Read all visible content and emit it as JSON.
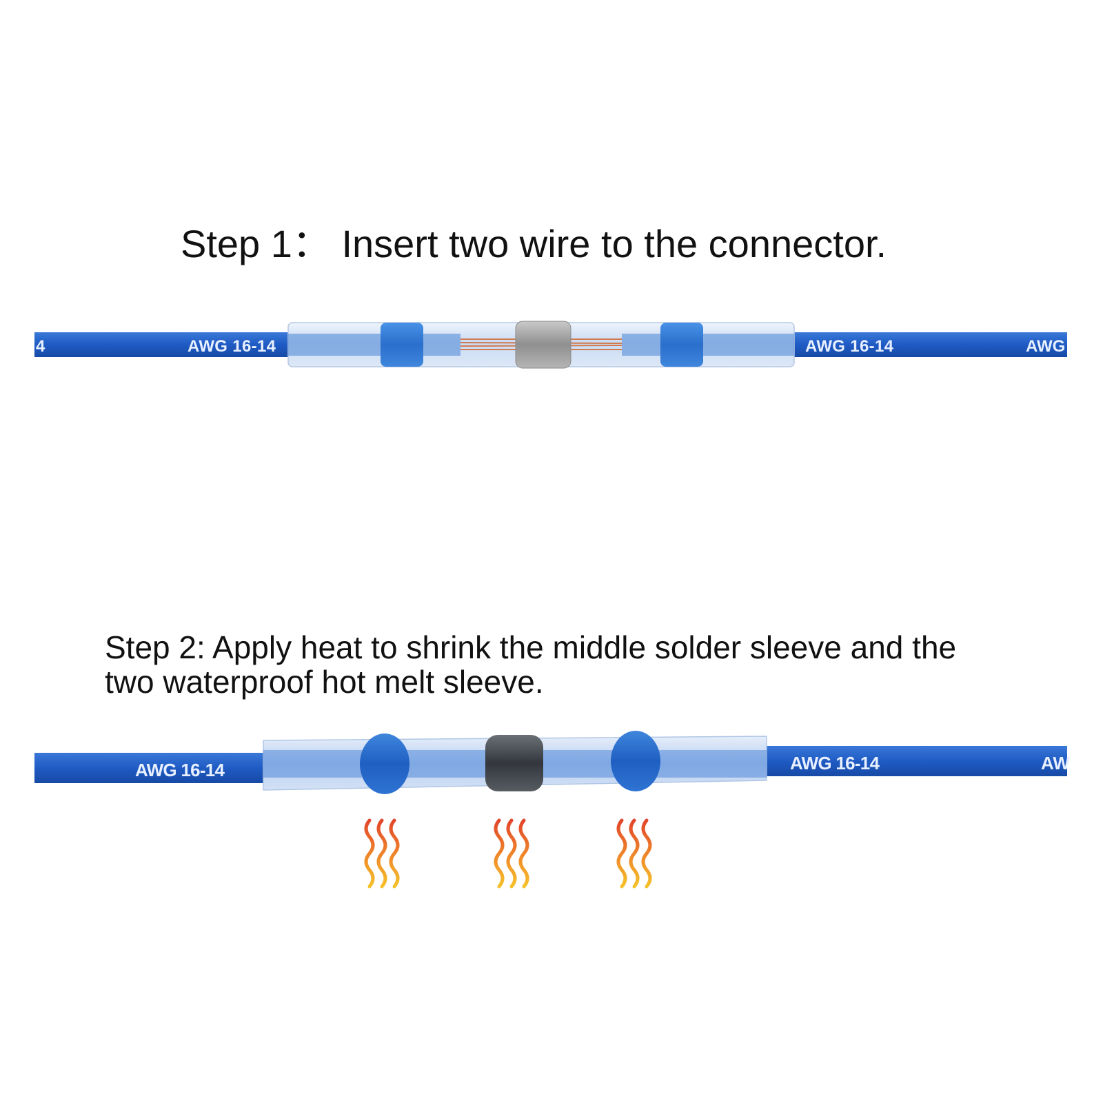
{
  "step1": {
    "title": "Step 1： Insert two wire to the connector.",
    "wire_labels": [
      "4",
      "AWG 16-14",
      "AWG 16-14",
      "AWG"
    ]
  },
  "step2": {
    "title_line1": "Step 2: Apply heat to shrink the middle solder sleeve and the",
    "title_line2": "two waterproof hot melt sleeve.",
    "wire_labels": [
      "AWG 16-14",
      "AWG 16-14",
      "AW"
    ]
  },
  "colors": {
    "wire_blue": "#1f5bc4",
    "sleeve_clear": "#cfe0f6",
    "melt_ring_blue": "#2e79d6",
    "solder_grey": "#a9a9a9",
    "shrunk_solder_dark": "#45494f",
    "copper": "#d2703c",
    "heat_red": "#e2452a",
    "heat_yellow": "#f5c12a"
  },
  "icons": [
    "heat-wave-icon",
    "heat-wave-icon",
    "heat-wave-icon"
  ]
}
